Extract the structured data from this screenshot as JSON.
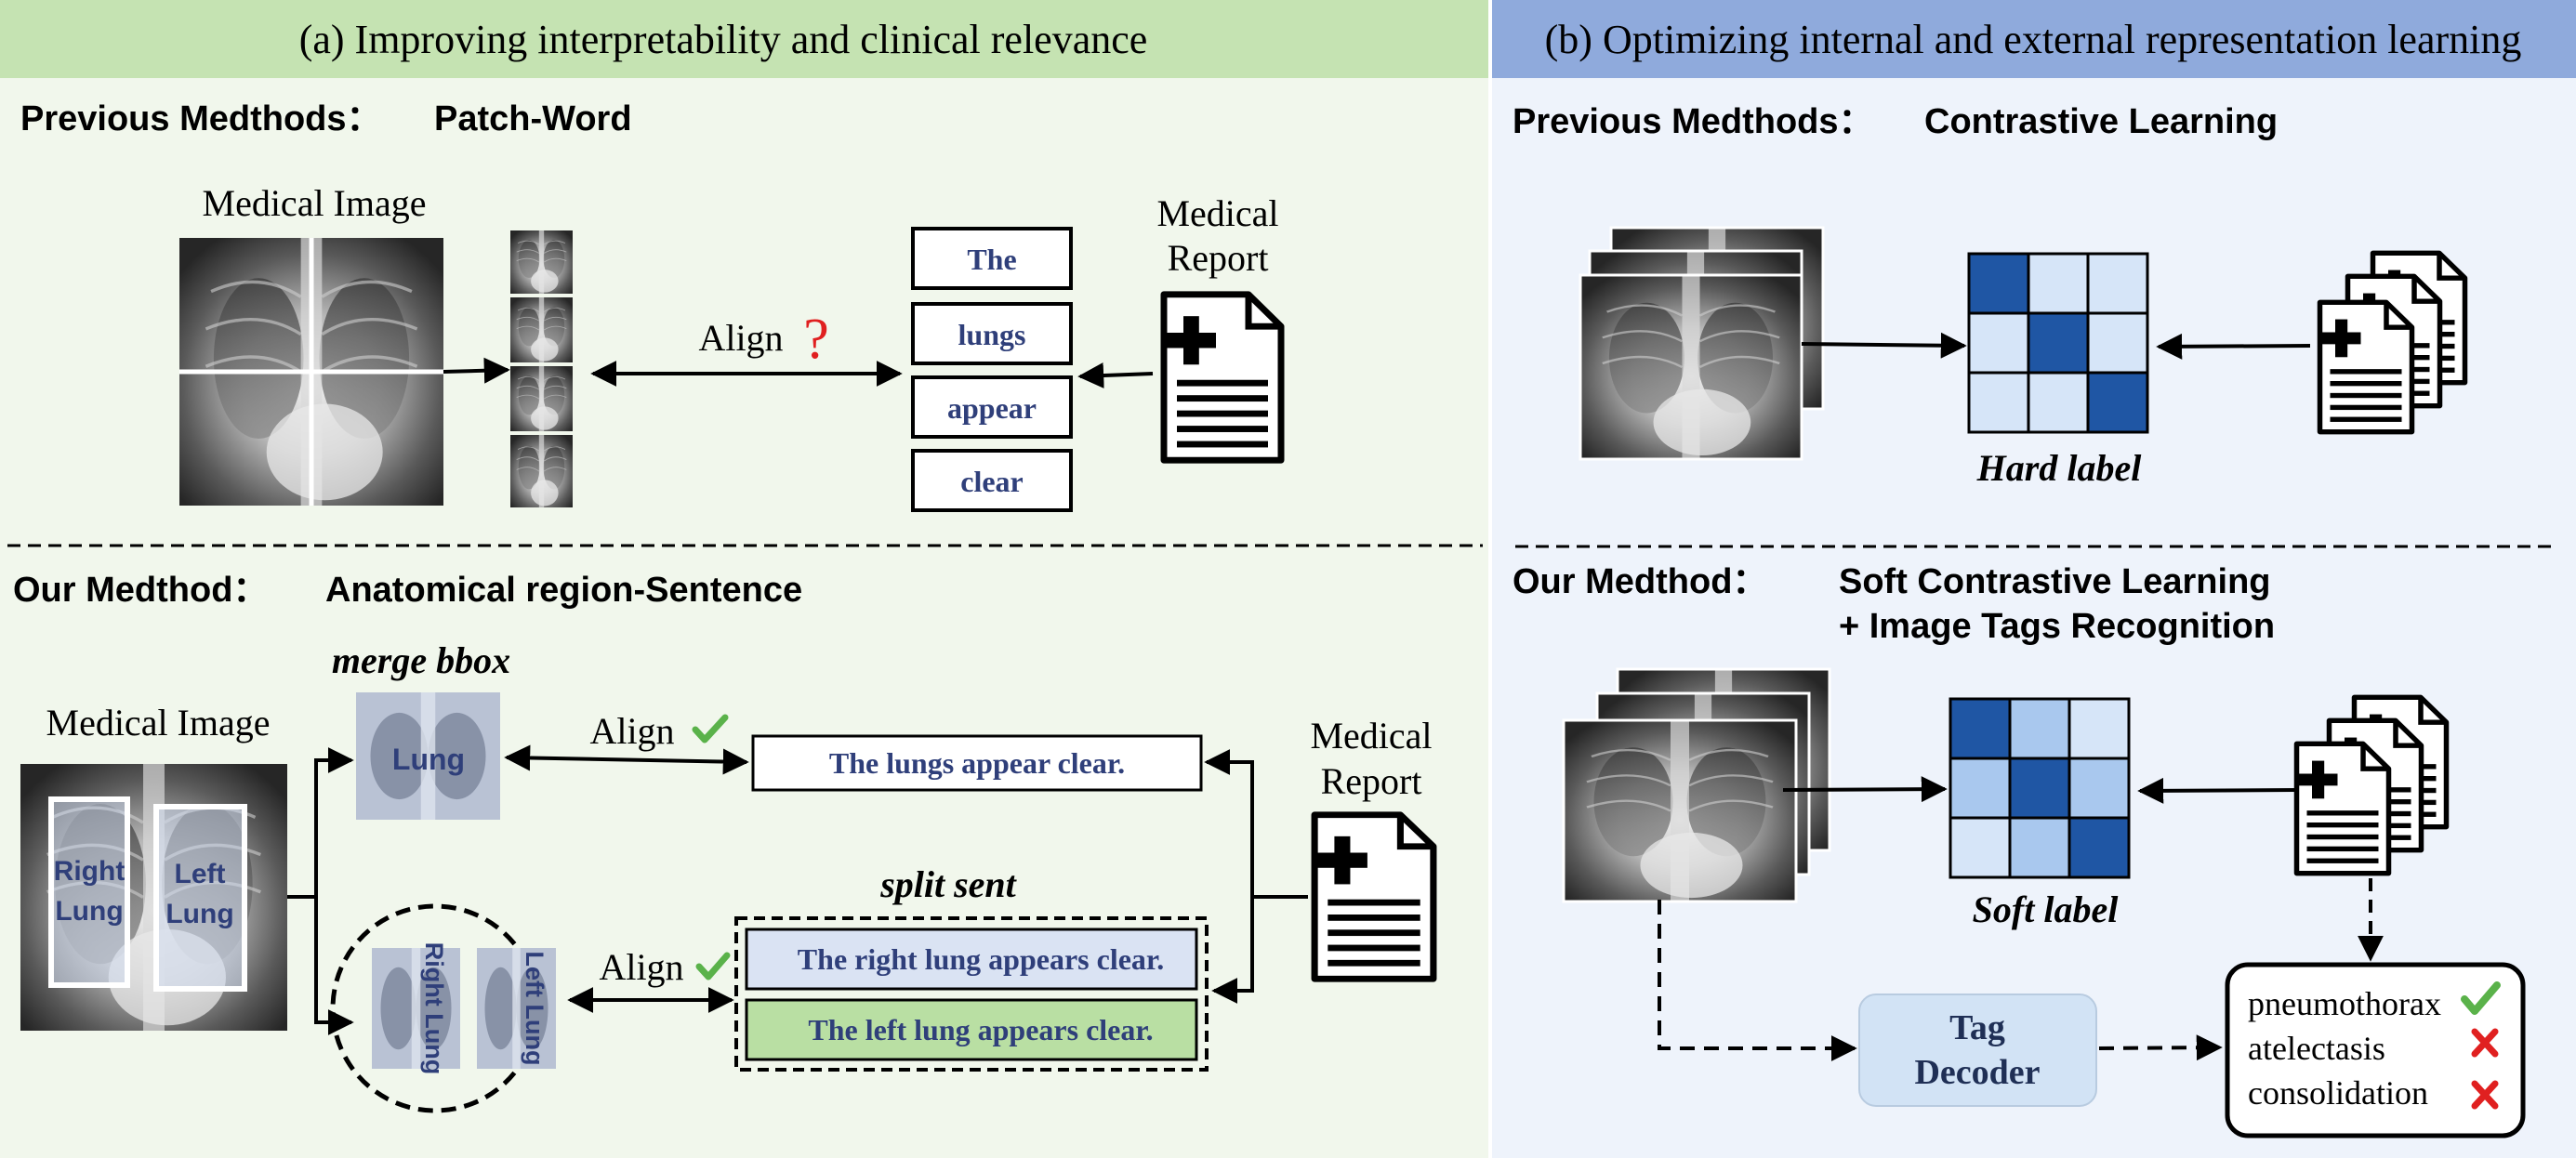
{
  "panel_a": {
    "title": "(a) Improving interpretability and clinical relevance",
    "top": {
      "heading_prefix": "Previous Medthods：",
      "heading_method": "Patch-Word",
      "image_label": "Medical Image",
      "align_label": "Align",
      "align_mark": "?",
      "words": [
        "The",
        "lungs",
        "appear",
        "clear"
      ],
      "report_label_1": "Medical",
      "report_label_2": "Report"
    },
    "bottom": {
      "heading_prefix": "Our Medthod：",
      "heading_method": "Anatomical region-Sentence",
      "image_label": "Medical Image",
      "right_lung_1": "Right",
      "right_lung_2": "Lung",
      "left_lung_1": "Left",
      "left_lung_2": "Lung",
      "merge_label": "merge bbox",
      "merged_region": "Lung",
      "align_label_1": "Align",
      "align_label_2": "Align",
      "sentence_merged": "The lungs appear clear.",
      "split_label": "split sent",
      "sentence_right": "The right lung appears clear.",
      "sentence_left": "The left lung appears clear.",
      "report_label_1": "Medical",
      "report_label_2": "Report",
      "crop_right": "Right Lung",
      "crop_left": "Left Lung"
    }
  },
  "panel_b": {
    "title": "(b) Optimizing internal and external representation learning",
    "top": {
      "heading_prefix": "Previous Medthods：",
      "heading_method": "Contrastive Learning",
      "matrix_label": "Hard label"
    },
    "bottom": {
      "heading_prefix": "Our Medthod：",
      "heading_line1": "Soft Contrastive Learning",
      "heading_line2": "+ Image Tags Recognition",
      "matrix_label": "Soft label",
      "decoder_line1": "Tag",
      "decoder_line2": "Decoder",
      "tags": [
        {
          "name": "pneumothorax",
          "status": "positive"
        },
        {
          "name": "atelectasis",
          "status": "negative"
        },
        {
          "name": "consolidation",
          "status": "negative"
        }
      ]
    }
  },
  "colors": {
    "panel_a_header": "#c5e3b2",
    "panel_a_bg": "#f1f7ec",
    "panel_b_header": "#8faadc",
    "panel_b_bg": "#eef3fb",
    "word_text": "#2f3f7a",
    "dark_cell": "#1f56a4",
    "light_cell": "#d6e5f8",
    "mid_cell": "#a9c8ee",
    "check": "#5ab24a",
    "cross": "#e02020",
    "question": "#e02020",
    "right_sentence_fill": "#dae3f3",
    "left_sentence_fill": "#b9dfa3",
    "decoder_fill": "#d2e3f5"
  }
}
